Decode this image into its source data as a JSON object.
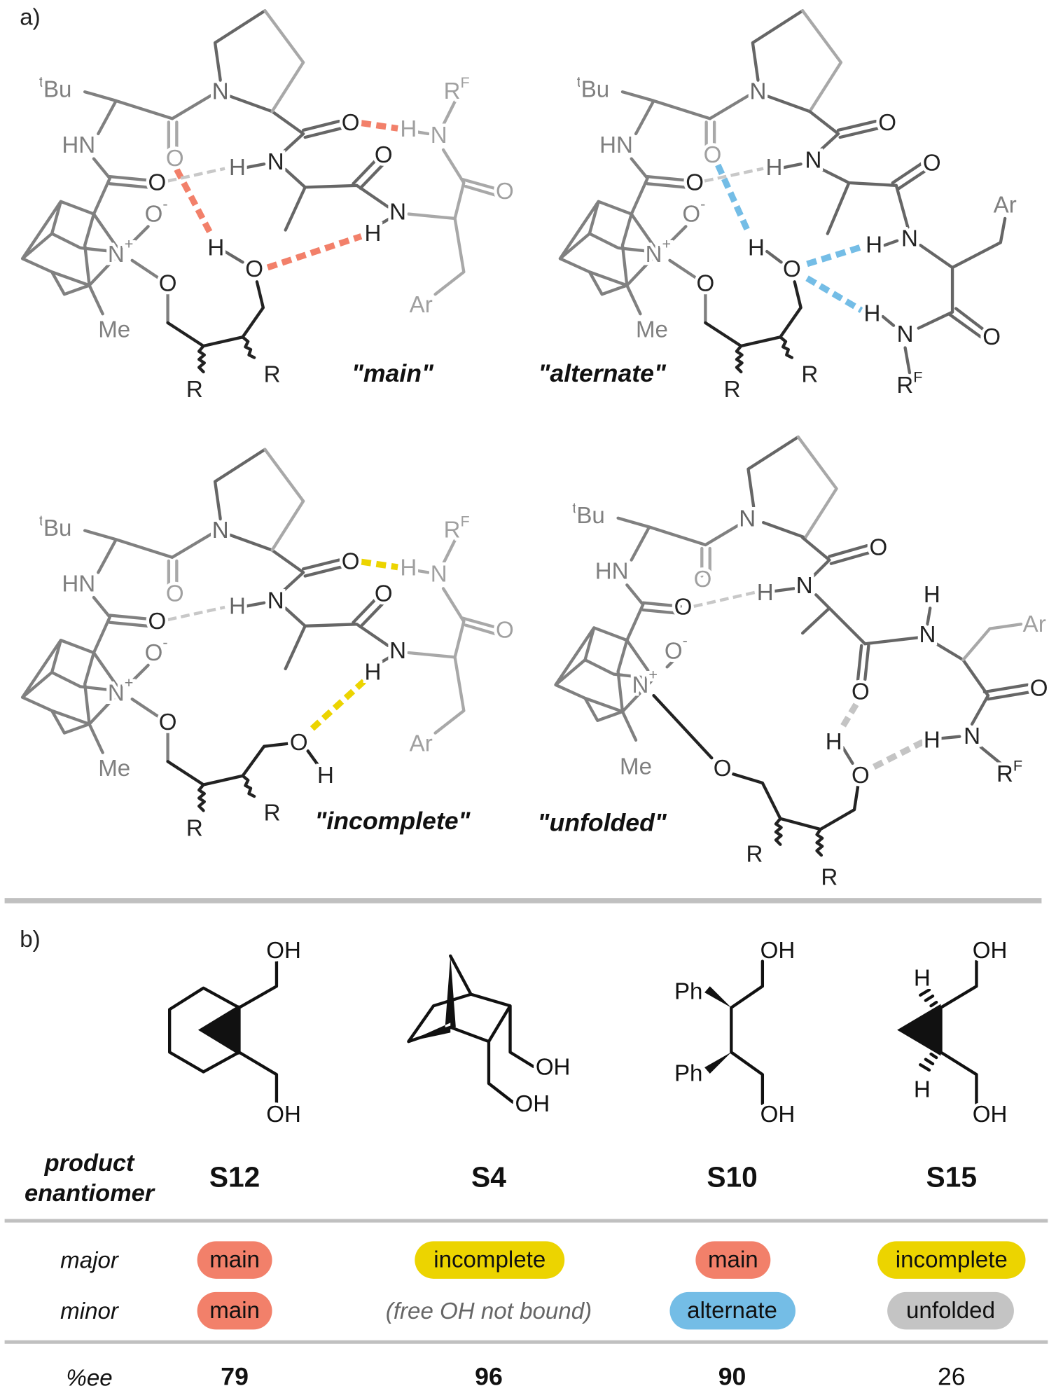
{
  "panel_labels": {
    "a": "a)",
    "b": "b)"
  },
  "atoms": {
    "O": "O",
    "N": "N",
    "H": "H",
    "HN": "HN",
    "Me": "Me",
    "R": "R",
    "Ar": "Ar",
    "tBu_prefix": "t",
    "tBu": "Bu",
    "RF": "R",
    "RF_sup": "F",
    "O_minus": "O",
    "minus": "-",
    "plus": "+",
    "OH": "OH",
    "Ph": "Ph"
  },
  "conformers": {
    "main": "\"main\"",
    "alternate": "\"alternate\"",
    "incomplete": "\"incomplete\"",
    "unfolded": "\"unfolded\""
  },
  "table": {
    "header_label": [
      "product",
      "enantiomer"
    ],
    "row_labels": {
      "major": "major",
      "minor": "minor",
      "ee": "%ee"
    },
    "compounds": [
      {
        "id": "S12",
        "major": "main",
        "minor": "main",
        "ee": "79"
      },
      {
        "id": "S4",
        "major": "incomplete",
        "minor": "(free OH not bound)",
        "ee": "96"
      },
      {
        "id": "S10",
        "major": "main",
        "minor": "alternate",
        "ee": "90"
      },
      {
        "id": "S15",
        "major": "incomplete",
        "minor": "unfolded",
        "ee": "26"
      }
    ]
  },
  "colors": {
    "main": "#f2806a",
    "incomplete": "#ecd400",
    "alternate": "#74bde6",
    "unfolded": "#c4c4c4",
    "divider": "#c0c0c0"
  }
}
